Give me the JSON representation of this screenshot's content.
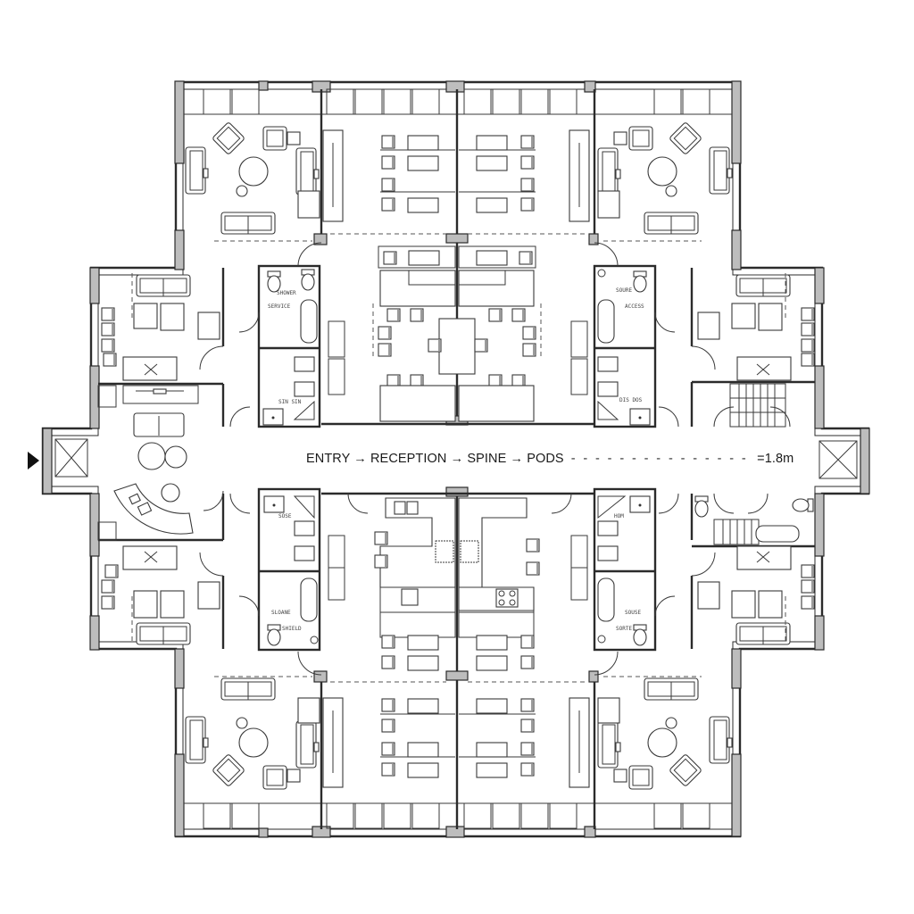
{
  "drawing": {
    "type": "architectural floor plan",
    "style": "monochrome line drawing",
    "colors": {
      "line": "#2b2b2b",
      "wall_fill": "#c9c9c9",
      "background": "#ffffff"
    }
  },
  "annotation": {
    "path": [
      "ENTRY",
      "RECEPTION",
      "SPINE",
      "PODS"
    ],
    "separator": "→",
    "dashes": "- - - - - - - - - - - - - - -",
    "dimension": "=1.8m",
    "full_text": "ENTRY → RECEPTION → SPINE → PODS"
  },
  "entry_marker": {
    "icon": "entry-arrow-icon",
    "direction": "right",
    "side": "west"
  },
  "zones": [
    {
      "id": "lounge-nw",
      "kind": "lounge",
      "position": "north-west"
    },
    {
      "id": "workstations-n",
      "kind": "open office pods",
      "position": "north-center"
    },
    {
      "id": "lounge-ne",
      "kind": "lounge",
      "position": "north-east"
    },
    {
      "id": "office-w1",
      "kind": "private office",
      "position": "west-upper"
    },
    {
      "id": "wc-n-left",
      "kind": "restroom / bath",
      "position": "center-left-upper"
    },
    {
      "id": "meeting-n",
      "kind": "meeting area",
      "position": "center-upper"
    },
    {
      "id": "wc-n-right",
      "kind": "restroom / bath",
      "position": "center-right-upper"
    },
    {
      "id": "office-e1",
      "kind": "private office",
      "position": "east-upper"
    },
    {
      "id": "reception",
      "kind": "reception with curved desk",
      "position": "west-center"
    },
    {
      "id": "spine",
      "kind": "central corridor",
      "position": "center"
    },
    {
      "id": "stair-e",
      "kind": "stair",
      "position": "east-center"
    },
    {
      "id": "office-w2",
      "kind": "private office",
      "position": "west-lower"
    },
    {
      "id": "wc-s-left",
      "kind": "restroom / bath",
      "position": "center-left-lower"
    },
    {
      "id": "kitchen-s",
      "kind": "kitchenette",
      "position": "center-lower"
    },
    {
      "id": "wc-s-right",
      "kind": "restroom / bath",
      "position": "center-right-lower"
    },
    {
      "id": "office-e2",
      "kind": "private office",
      "position": "east-lower"
    },
    {
      "id": "lounge-sw",
      "kind": "lounge",
      "position": "south-west"
    },
    {
      "id": "workstations-s",
      "kind": "open office pods",
      "position": "south-center"
    },
    {
      "id": "lounge-se",
      "kind": "lounge",
      "position": "south-east"
    }
  ],
  "illegible_labels_note": "Small room labels inside restrooms are unreadable pseudo-text"
}
